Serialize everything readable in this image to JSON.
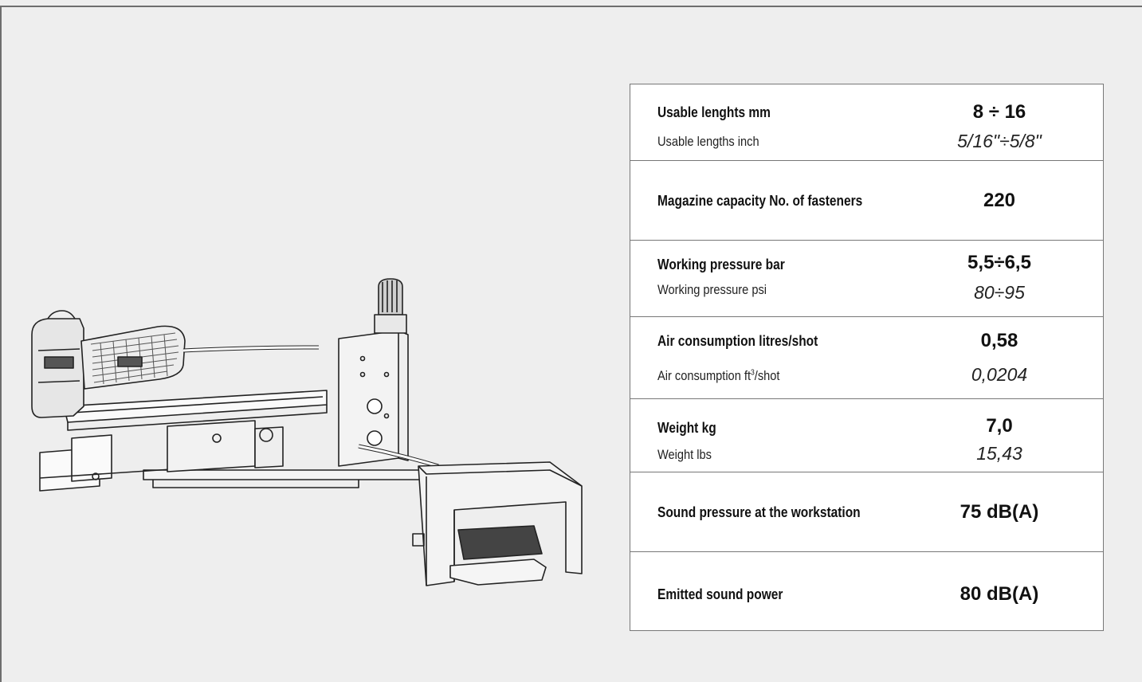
{
  "specs": {
    "usable_lengths": {
      "label_mm": "Usable lenghts  mm",
      "value_mm": "8 ÷ 16",
      "label_inch": "Usable lengths  inch",
      "value_inch": "5/16\"÷5/8\""
    },
    "magazine": {
      "label": "Magazine capacity No. of fasteners",
      "value": "220"
    },
    "working_pressure": {
      "label_bar": "Working pressure  bar",
      "value_bar": "5,5÷6,5",
      "label_psi": "Working pressure psi",
      "value_psi": "80÷95"
    },
    "air_consumption": {
      "label_litres": "Air consumption litres/shot",
      "value_litres": "0,58",
      "label_ft_prefix": "Air consumption  ft",
      "label_ft_sup": "3",
      "label_ft_suffix": "/shot",
      "value_ft": "0,0204"
    },
    "weight": {
      "label_kg": "Weight kg",
      "value_kg": "7,0",
      "label_lbs": "Weight lbs",
      "value_lbs": "15,43"
    },
    "sound_pressure": {
      "label": "Sound pressure at the workstation",
      "value": "75 dB(A)"
    },
    "sound_power": {
      "label": "Emitted sound power",
      "value": "80 dB(A)"
    }
  }
}
